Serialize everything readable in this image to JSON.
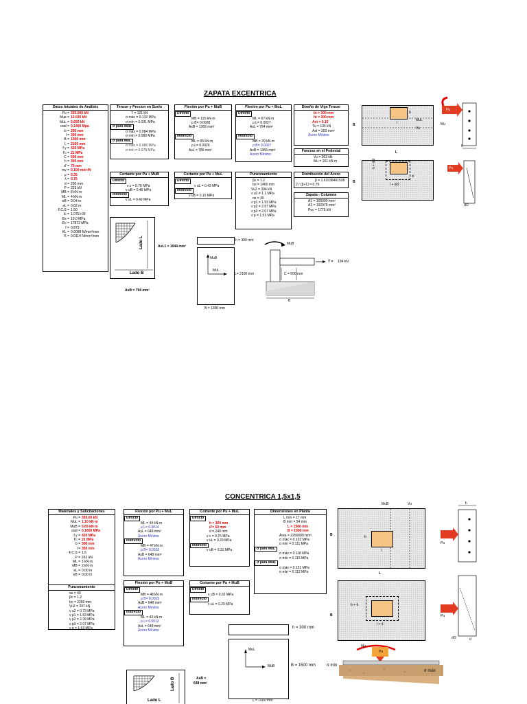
{
  "top": {
    "title": "ZAPATA EXCENTRICA",
    "datos": {
      "header": "Datos Iniciales de Análisis",
      "rows": [
        {
          "l": "Pu =",
          "v": "335.000 kN",
          "c": "red"
        },
        {
          "l": "Muʙ =",
          "v": "12.030 kN",
          "c": "red"
        },
        {
          "l": "MuL =",
          "v": "5.650 kN",
          "c": "red"
        },
        {
          "l": "σad =",
          "v": "0.1400 Mpa",
          "c": "red"
        },
        {
          "l": "b =",
          "v": "350 mm",
          "c": "red"
        },
        {
          "l": "l =",
          "v": "300 mm",
          "c": "red"
        },
        {
          "l": "B =",
          "v": "1300 mm",
          "c": "red"
        },
        {
          "l": "L =",
          "v": "2100 mm",
          "c": "red"
        },
        {
          "l": "f y =",
          "v": "420 MPa",
          "c": "red"
        },
        {
          "l": "f'c =",
          "v": "21 MPa",
          "c": "red"
        },
        {
          "l": "C =",
          "v": "500 mm",
          "c": "red"
        },
        {
          "l": "h =",
          "v": "300 mm",
          "c": "red"
        },
        {
          "l": "d' =",
          "v": "70 mm",
          "c": "red"
        },
        {
          "l": "mv =",
          "v": "0.100 mm³/N",
          "c": "red"
        },
        {
          "l": "μ =",
          "v": "0.35",
          "c": "red"
        },
        {
          "l": "λ =",
          "v": "0.75",
          "c": "red"
        },
        {
          "l": "d =",
          "v": "230 mm",
          "c": ""
        },
        {
          "l": "P =",
          "v": "223 kN",
          "c": ""
        },
        {
          "l": "MB =",
          "v": "8 kN·m",
          "c": ""
        },
        {
          "l": "ML =",
          "v": "4 kN·m",
          "c": ""
        },
        {
          "l": "eB =",
          "v": "0.04 m",
          "c": ""
        },
        {
          "l": "eL =",
          "v": "0.02 m",
          "c": ""
        },
        {
          "l": "F.C.S =",
          "v": "1.50",
          "c": ""
        },
        {
          "l": "Ic =",
          "v": "1.07E+09",
          "c": ""
        },
        {
          "l": "Es =",
          "v": "10.0 MPa",
          "c": ""
        },
        {
          "l": "Ec =",
          "v": "17872 MPa",
          "c": ""
        },
        {
          "l": "f =",
          "v": "0.873",
          "c": ""
        },
        {
          "l": "KL =",
          "v": "0.0088 N/mm²/mm",
          "c": ""
        },
        {
          "l": "K =",
          "v": "0.0114 N/mm²/mm",
          "c": ""
        }
      ]
    },
    "tension": {
      "header": "Tensor y Presion en Suelo",
      "r1": "T = 121 kN",
      "r2": "σ máx = 0.132 MPa",
      "r3": "σ mín = 0.031 MPa",
      "s1": "σ para MuB",
      "r4": "σ máx = 0.084 MPa",
      "r5": "σ mín = 0.080 MPa",
      "s2": "σ para MuL",
      "r6": "σ máx = 0.086 MPa",
      "r7": "σ mín = 0.078 MPa"
    },
    "flexB": {
      "header": "Flexión por Pu + MuB",
      "s1": "Directo",
      "r1": "MB = 115 kN·m",
      "r2": "ρ B= 0.0028",
      "r3": "AsB = 1365 mm²",
      "s2": "Indirecto",
      "r4": "ML = 65 kN·m",
      "r5": "ρ L= 0.0026",
      "r6": "AsL = 786 mm²"
    },
    "flexL": {
      "header": "Flexión por Pu + MuL",
      "s1": "Directo",
      "r1": "ML = 67 kN·m",
      "r2": "ρ L= 0.0027",
      "r3": "AsL = 794 mm²",
      "s2": "Indirecto",
      "r4": "MB = 29 kN·m",
      "r5": "ρ B= 0.0007",
      "r6": "AsB = 1365 mm²",
      "r7": "Acero Mínimo"
    },
    "viga": {
      "header": "Diseño de Viga Tensor",
      "r1": "bt = 300 mm",
      "r2": "ht = 300 mm",
      "r3": "Ast = 0.15",
      "r4": "Tu = 134 kN",
      "r5": "Ast = 353 mm²",
      "r6": "Acero Mínimo"
    },
    "fuerzas": {
      "header": "Fuerzas en el Pedestal",
      "r1": "Vu = 363 kN",
      "r2": "Mu = 161 kN·m"
    },
    "cortB": {
      "header": "Cortante por Pu + MuB",
      "s1": "Directo",
      "r1": "v c = 0.76 MPa",
      "r2": "v uB = 0.46 MPa",
      "s2": "Indirecto",
      "r3": "v uL = 0.42 MPa"
    },
    "cortL": {
      "header": "Cortante por Pu + MuL",
      "s1": "Directo",
      "r1": "v uL = 0.43 MPa",
      "s2": "Indirecto",
      "r2": "v uB = 0.15 MPa"
    },
    "punz": {
      "header": "Punzonamiento",
      "r1": "βc = 1.2",
      "r2": "bo = 1460 mm",
      "r3": "Vu2 = 304 kN",
      "r4": "v u2 = 1.1 MPa",
      "r5": "αs = 30",
      "r6": "v p1 = 1.53 MPa",
      "r7": "v p2 = 2.57 MPa",
      "r8": "v p3 = 2.07 MPa",
      "r9": "v p = 1.53 MPa"
    },
    "distrib": {
      "header": "Distribución del Acero",
      "r1": "β = 1.61538461538",
      "r2": "2 / (β+1) = 0.76"
    },
    "zapcol": {
      "header": "Zapata - Columna",
      "r1": "A1 = 105000 mm²",
      "r2": "A2 = 192975 mm²",
      "r3": "Puc = 1779 kN"
    },
    "draw": {
      "ladoL": "Lado L",
      "ladoB": "Lado B",
      "asl1": "AsL1 = 1044 mm²",
      "asb": "AsB = 794 mm²",
      "hlab": "h = 300 mm",
      "Llab": "L= 2100 mm",
      "Blab": "B = 1300 mm",
      "mub": "MuB",
      "mul": "MuL",
      "T": "T =",
      "Tval": "134 kN",
      "C": "C = 500 mm",
      "Bsmall": "B",
      "plan_B": "B",
      "plan_L": "L",
      "plan_b": "b",
      "plan_l": "l",
      "plan_MuL": "MuL",
      "plan_Vu": "Vu",
      "plan_Pu": "Pu",
      "plan_Mu": "Mu",
      "plan_h": "h",
      "p2_B": "B",
      "p2_bd2": "b + d/2",
      "p2_ld2": "l + d/2",
      "p2_d": "d",
      "p2_Pu": "Pu",
      "p2_d2": "d/2"
    }
  },
  "bottom": {
    "title": "CONCENTRICA 1,5x1,5",
    "mat": {
      "header": "Materiales y Solicitaciones",
      "rows": [
        {
          "l": "Pu =",
          "v": "393.00 kN",
          "c": "red"
        },
        {
          "l": "MuL =",
          "v": "1.10 kN·m",
          "c": "red"
        },
        {
          "l": "MuB =",
          "v": "5.65 kN·m",
          "c": "red"
        },
        {
          "l": "σad =",
          "v": "0.1600 MPa",
          "c": "red"
        },
        {
          "l": "f y =",
          "v": "420 MPa",
          "c": "red"
        },
        {
          "l": "f'c =",
          "v": "21 MPa",
          "c": "red"
        },
        {
          "l": "b =",
          "v": "300 mm",
          "c": "red"
        },
        {
          "l": "l =",
          "v": "350 mm",
          "c": "red"
        },
        {
          "l": "F.C.S =",
          "v": "1.5",
          "c": ""
        },
        {
          "l": "P =",
          "v": "262 kN",
          "c": ""
        },
        {
          "l": "ML =",
          "v": "1 kN·m",
          "c": ""
        },
        {
          "l": "MB =",
          "v": "2 kN·m",
          "c": ""
        },
        {
          "l": "eL =",
          "v": "0.00 m",
          "c": ""
        },
        {
          "l": "eB =",
          "v": "0.00 m",
          "c": ""
        }
      ]
    },
    "punz": {
      "header": "Punzonamiento",
      "rows": [
        "αs = 40",
        "βc = 1.2",
        "bo = 2260 mm",
        "Vu2 = 337 kN",
        "v u2 = 0.73 MPa",
        "v p1 = 1.53 MPa",
        "v p2 = 2.39 MPa",
        "v p3 = 2.07 MPa",
        "v p = 1.53 MPa"
      ]
    },
    "flexL": {
      "header": "Flexión por Pu + MuL",
      "s1": "Directo",
      "r1": "ML = 44 kN·m",
      "r2": "ρ L= 0.0014",
      "r3": "AsL = 648 mm²",
      "r4": "Acero Mínimo",
      "s2": "Indirecto",
      "r5": "MB = 47 kN·m",
      "r6": "ρ B= 0.0015",
      "r7": "AsB = 648 mm²",
      "r8": "Acero Mínimo"
    },
    "flexB": {
      "header": "Flexión por Pu + MuB",
      "s1": "Directo",
      "r1": "MB = 48 kN·m",
      "r2": "ρ B= 0.0015",
      "r3": "AsB = 648 mm²",
      "r4": "Acero Mínimo",
      "s2": "Indirecto",
      "r5": "ML = 43 kN·m",
      "r6": "ρ L= 0.0013",
      "r7": "AsL = 648 mm²",
      "r8": "Acero Mínimo"
    },
    "cortL": {
      "header": "Cortante por Pu + MuL",
      "s1": "Directo",
      "r1": "h = 300 mm",
      "r2": "d'= 60 mm",
      "r3": "d = 240 mm",
      "r4": "v c = 0.76 MPa",
      "r5": "v uL = 0.29 MPa",
      "s2": "Indirecto",
      "r6": "v uB = 0.31 MPa"
    },
    "cortB": {
      "header": "Cortante por Pu + MuB",
      "s1": "Directo",
      "r1": "v uB = 0.32 MPa",
      "s2": "Indirecto",
      "r2": "v uL = 0.29 MPa"
    },
    "dims": {
      "header": "Dimensiones en Planta",
      "r1": "L mín = 17 mm",
      "r2": "B mín = 54 mm",
      "r3": "L = 1500 mm",
      "r4": "B = 1500 mm",
      "r5": "Área = 2250000 mm²",
      "r6": "σ máx = 0.122 MPa",
      "r7": "σ mín = 0.111 MPa",
      "s1": "σ para MuL",
      "r8": "σ máx = 0.118 MPa",
      "r9": "σ mín = 0.115 MPa",
      "s2": "σ para MuB",
      "r10": "σ máx = 0.121 MPa",
      "r11": "σ mín = 0.112 MPa"
    },
    "draw": {
      "hlab": "h =   300 mm",
      "Blab": "B =   1500 mm",
      "Llab": "L = 1500 mm",
      "ladoB": "Lado B",
      "ladoL": "Lado L",
      "asb1": "AsB =",
      "asb2": "648 mm²",
      "mul": "MuL",
      "mub": "MuB",
      "mu": "Mu",
      "pu": "Pu",
      "smin": "σ mín",
      "smax": "σ máx",
      "plan_MuB": "MuB",
      "plan_Vu": "Vu",
      "plan_B": "B",
      "plan_b": "b",
      "plan_l": "l",
      "plan_L": "L",
      "plan_Pu": "Pu",
      "plan_h": "h",
      "p2_B": "B",
      "p2_bd": "b + d",
      "p2_ld": "l + d",
      "p2_Pu": "Pu",
      "p2_d2": "d/2",
      "p2_d": "d"
    }
  }
}
